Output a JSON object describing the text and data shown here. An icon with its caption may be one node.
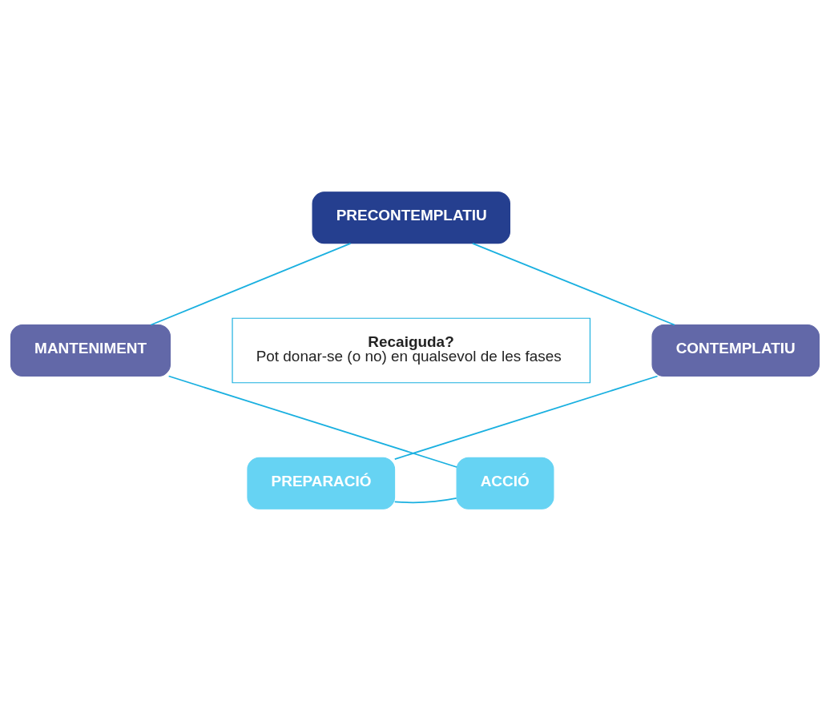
{
  "diagram": {
    "nodes": [
      {
        "text": [
          "PRECONTEMPLATIU"
        ]
      },
      {
        "text": [
          "MANTENIMENT"
        ]
      },
      {
        "text": [
          "CONTEMPLATIU"
        ]
      },
      {
        "text": [
          "Recaiguda?",
          "Pot donar-se (o no) en qualsevol de les fases"
        ]
      },
      {
        "text": [
          "ACCIÓ"
        ]
      },
      {
        "text": [
          "PREPARACIÓ"
        ]
      }
    ],
    "edges": [
      {
        "from": 0,
        "to": 2,
        "arrow": "none"
      },
      {
        "from": 2,
        "to": 5,
        "arrow": "none"
      },
      {
        "from": 5,
        "to": 4,
        "arrow": "none"
      },
      {
        "from": 4,
        "to": 1,
        "arrow": "none"
      },
      {
        "from": 1,
        "to": 0,
        "arrow": "none"
      }
    ]
  }
}
